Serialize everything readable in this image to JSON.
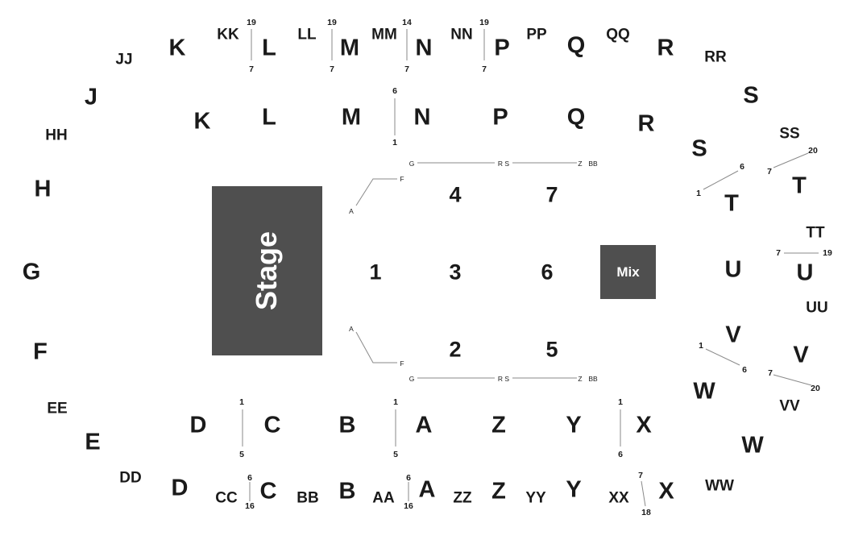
{
  "stage_label": "Stage",
  "mix_label": "Mix",
  "floor": [
    "1",
    "2",
    "3",
    "4",
    "5",
    "6",
    "7"
  ],
  "sections": {
    "K_upper": "K",
    "KK": "KK",
    "L_upper": "L",
    "LL": "LL",
    "M_upper": "M",
    "MM": "MM",
    "N_upper": "N",
    "NN": "NN",
    "P_upper": "P",
    "PP": "PP",
    "Q_upper": "Q",
    "QQ": "QQ",
    "R_upper": "R",
    "RR": "RR",
    "JJ": "JJ",
    "J": "J",
    "K_lower": "K",
    "L_lower": "L",
    "M_lower": "M",
    "N_lower": "N",
    "P_lower": "P",
    "Q_lower": "Q",
    "R_lower": "R",
    "HH": "HH",
    "H": "H",
    "G": "G",
    "F": "F",
    "EE": "EE",
    "E": "E",
    "DD": "DD",
    "D_lower": "D",
    "C_lower": "C",
    "B_lower": "B",
    "A_lower": "A",
    "Z_lower": "Z",
    "Y_lower": "Y",
    "X_lower": "X",
    "D_upper": "D",
    "CC": "CC",
    "C_upper": "C",
    "BB": "BB",
    "B_upper": "B",
    "AA": "AA",
    "A_upper": "A",
    "ZZ": "ZZ",
    "Z_upper": "Z",
    "YY": "YY",
    "Y_upper": "Y",
    "XX": "XX",
    "X_upper": "X",
    "WW": "WW",
    "S_outer": "S",
    "SS": "SS",
    "S_inner": "S",
    "T_outer": "T",
    "T_inner": "T",
    "TT": "TT",
    "U_inner": "U",
    "U_outer": "U",
    "UU": "UU",
    "V_inner": "V",
    "V_outer": "V",
    "VV": "VV",
    "W_inner": "W",
    "W_outer": "W"
  },
  "row_numbers": {
    "l_top": "19",
    "l_bot": "7",
    "m_top": "19",
    "m_bot": "7",
    "n_top": "14",
    "n_bot": "7",
    "p_top": "19",
    "p_bot": "7",
    "mn_top": "6",
    "mn_bot": "1",
    "dc_top": "1",
    "dc_bot": "5",
    "ba_top": "1",
    "ba_bot": "5",
    "yx_top": "1",
    "yx_bot": "6",
    "cc_top": "6",
    "cc_bot": "16",
    "aa_top": "6",
    "aa_bot": "16",
    "xx_top": "7",
    "xx_bot": "18",
    "st_a": "6",
    "st_b": "1",
    "sst_a": "7",
    "sst_b": "20",
    "tu_a": "7",
    "tu_b": "19",
    "uv_a": "1",
    "uv_b": "6",
    "vv_a": "7",
    "vv_b": "20"
  },
  "floor_rows": {
    "top_G": "G",
    "top_RS": "R S",
    "top_Z": "Z",
    "top_BB": "BB",
    "top_F": "F",
    "top_A": "A",
    "bot_G": "G",
    "bot_RS": "R S",
    "bot_Z": "Z",
    "bot_BB": "BB",
    "bot_F": "F",
    "bot_A": "A"
  }
}
